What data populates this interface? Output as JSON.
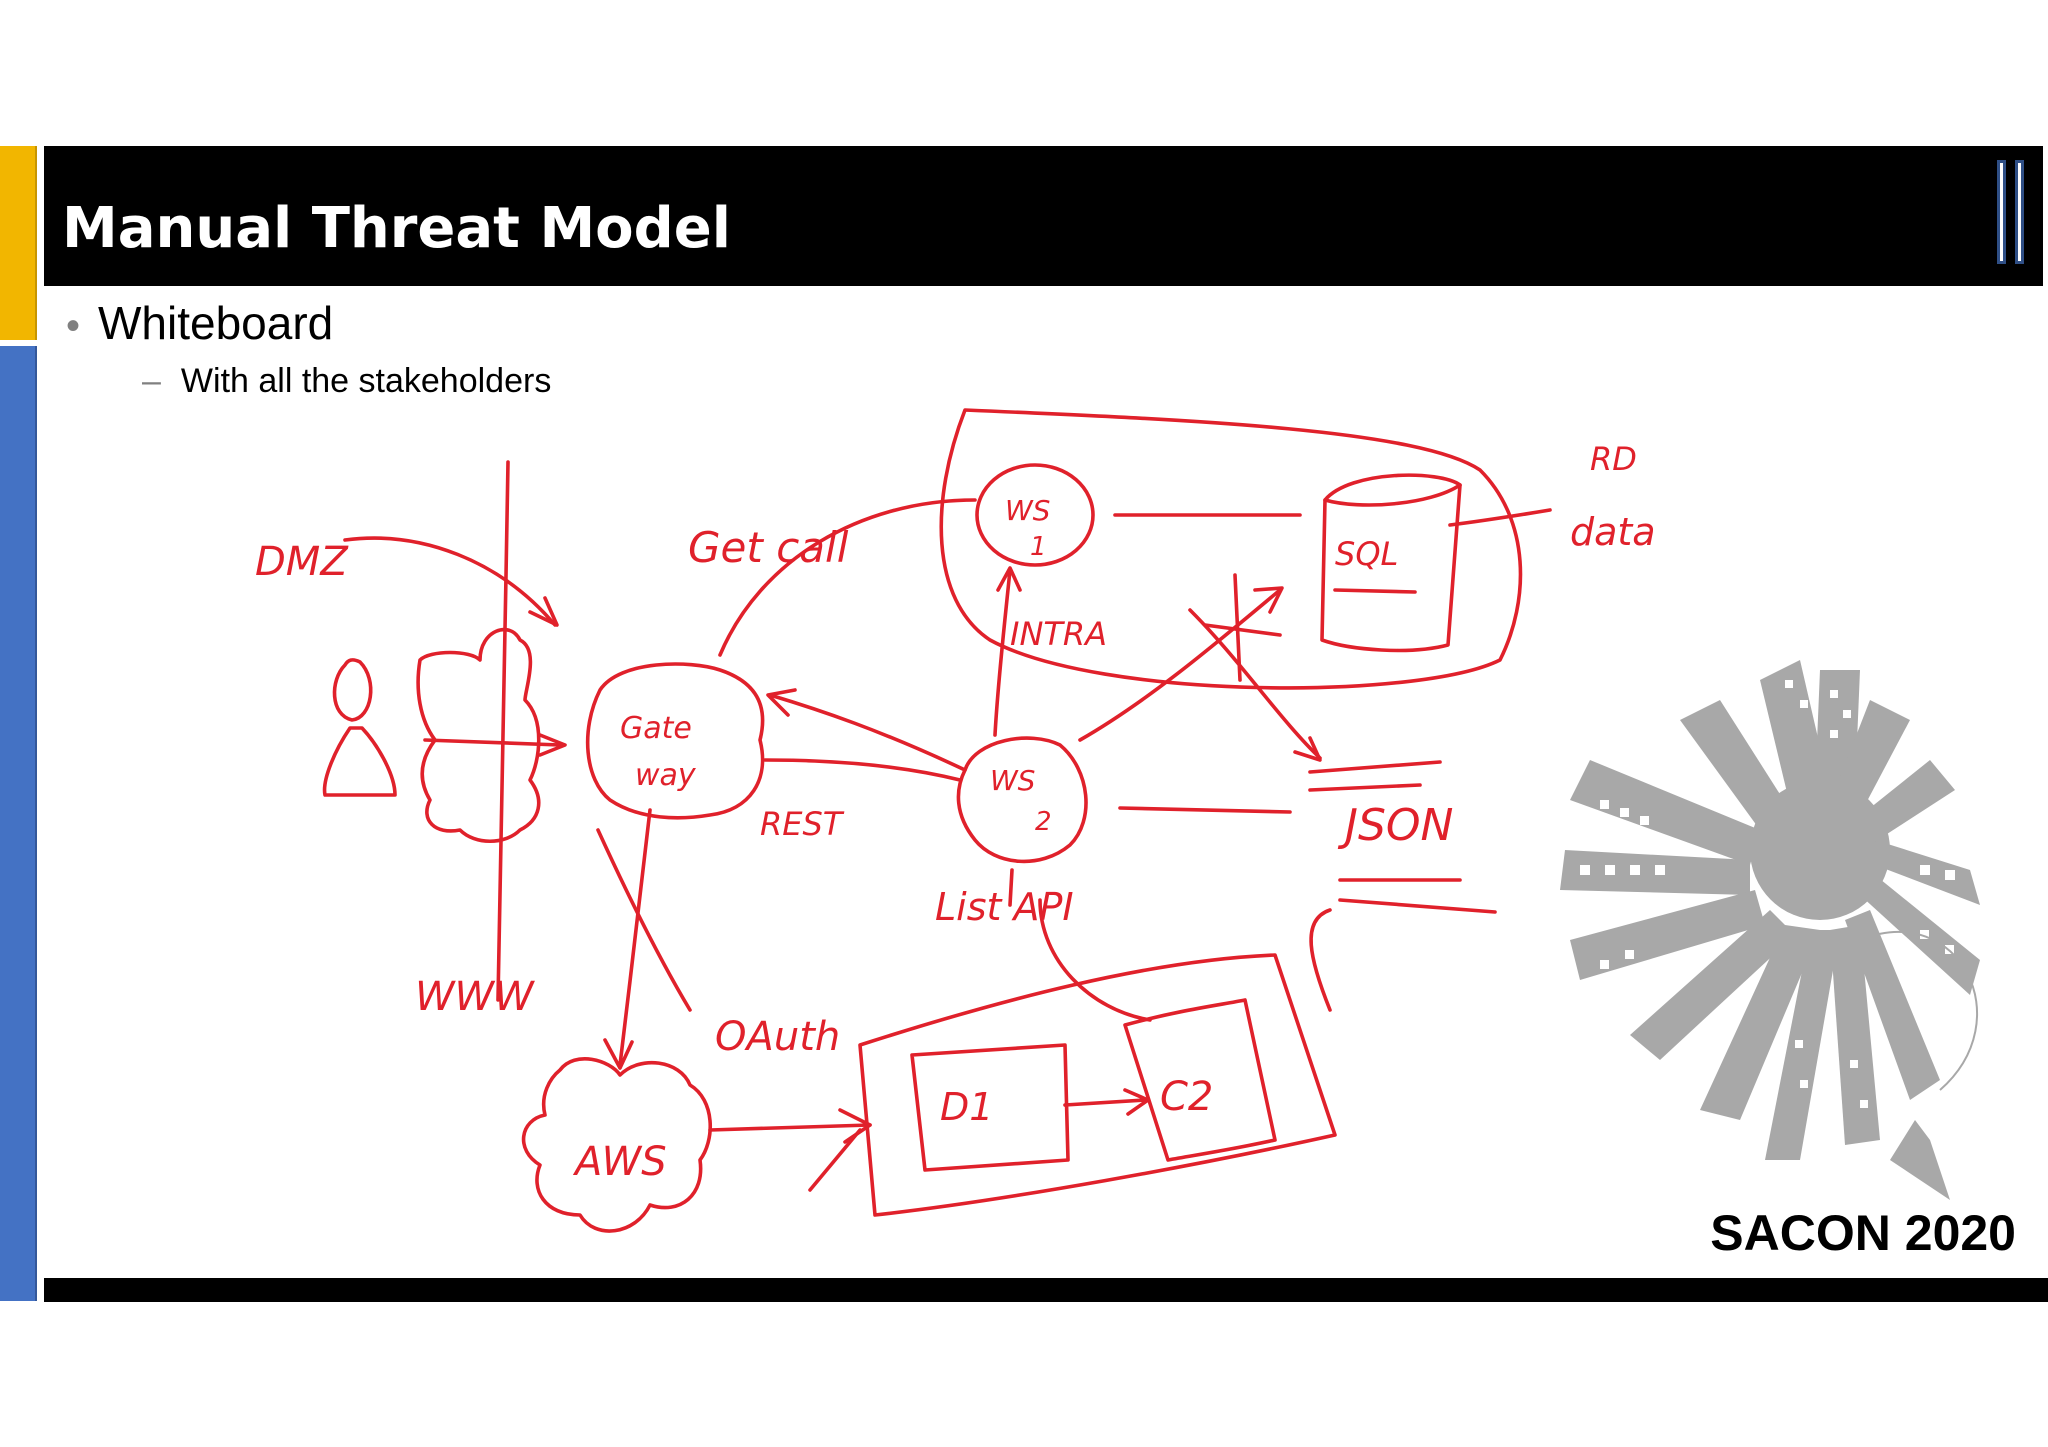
{
  "slide": {
    "title": "Manual Threat Model",
    "bullet_1": "Whiteboard",
    "bullet_1_sub": "With all the stakeholders",
    "conference_label": "SACON 2020"
  },
  "whiteboard_labels": {
    "dmz": "DMZ",
    "www": "WWW",
    "gateway_1": "Gate",
    "gateway_2": "way",
    "get_call": "Get call",
    "rest": "REST",
    "ws1_a": "WS",
    "ws1_b": "1",
    "ws2_a": "WS",
    "ws2_b": "2",
    "intra": "INTRA",
    "sql": "SQL",
    "rd": "RD",
    "data": "data",
    "json": "JSON",
    "list_api": "List API",
    "oauth": "OAuth",
    "aws": "AWS",
    "d1": "D1",
    "c2": "C2"
  },
  "colors": {
    "title_bar": "#000000",
    "accent_yellow": "#f2b600",
    "accent_blue": "#4472c4",
    "ink": "#e0212b",
    "city_graphic": "#a8a8a8"
  },
  "icons": {
    "logo": "double-vertical-bar-logo",
    "user": "user-icon",
    "cloud": "cloud-icon",
    "database": "database-icon",
    "city": "city-skyline-graphic"
  }
}
